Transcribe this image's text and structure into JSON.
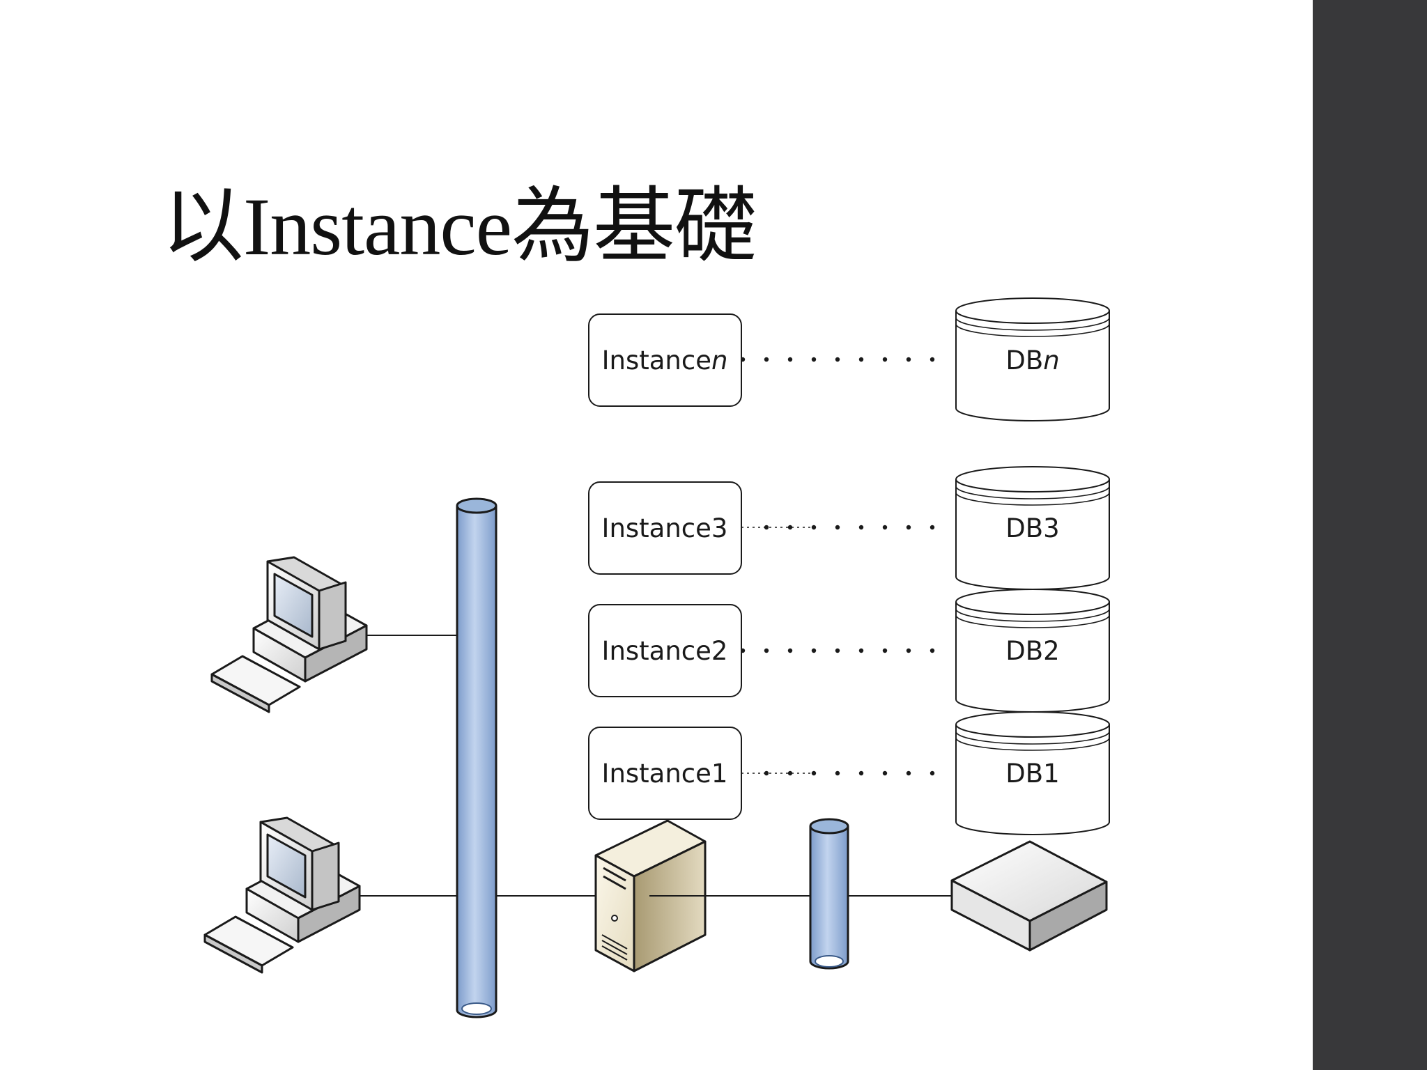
{
  "slide": {
    "title": "以Instance為基礎"
  },
  "diagram": {
    "instances": [
      {
        "prefix": "Instance",
        "suffix": "n"
      },
      {
        "prefix": "Instance3",
        "suffix": ""
      },
      {
        "prefix": "Instance2",
        "suffix": ""
      },
      {
        "prefix": "Instance1",
        "suffix": ""
      }
    ],
    "databases": [
      {
        "prefix": "DB",
        "suffix": "n"
      },
      {
        "prefix": "DB3",
        "suffix": ""
      },
      {
        "prefix": "DB2",
        "suffix": ""
      },
      {
        "prefix": "DB1",
        "suffix": ""
      }
    ]
  },
  "colors": {
    "pipe_fill": "#9ab6da",
    "pipe_stroke": "#1a1a1a",
    "side_bar": "#38383a"
  },
  "icons": [
    "computer-icon",
    "server-icon",
    "storage-device-icon",
    "database-cylinder-icon",
    "network-pipe-icon"
  ]
}
